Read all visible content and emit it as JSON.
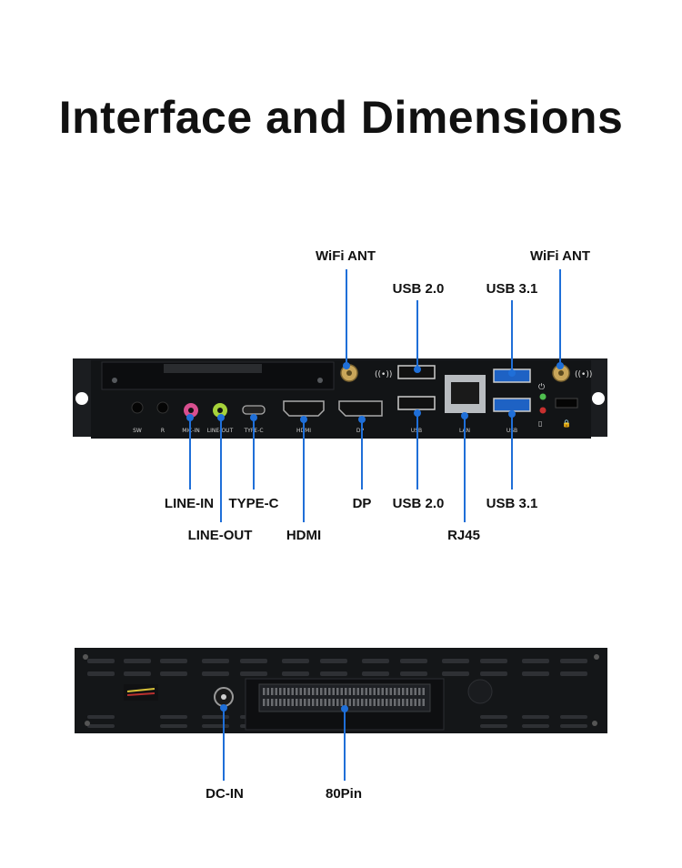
{
  "title": "Interface and Dimensions",
  "colors": {
    "accent": "#1f6fd8",
    "chassis": "#16181b",
    "text": "#111111"
  },
  "front_panel": {
    "labels": {
      "wifi_ant_left": "WiFi ANT",
      "wifi_ant_right": "WiFi ANT",
      "usb20_top": "USB 2.0",
      "usb31_top": "USB 3.1",
      "line_in": "LINE-IN",
      "type_c": "TYPE-C",
      "dp": "DP",
      "usb20_bottom": "USB 2.0",
      "usb31_bottom": "USB 3.1",
      "line_out": "LINE-OUT",
      "hdmi": "HDMI",
      "rj45": "RJ45"
    },
    "silkscreen": {
      "sw": "SW",
      "r": "R",
      "mic_in": "MIC-IN",
      "line_out": "LINE-OUT",
      "type_c": "TYPE-C",
      "hdmi": "HDMI",
      "dp": "DP",
      "usb_left": "USB",
      "lan": "LAN",
      "usb_right": "USB"
    }
  },
  "rear_panel": {
    "labels": {
      "dc_in": "DC-IN",
      "pin80": "80Pin"
    }
  }
}
